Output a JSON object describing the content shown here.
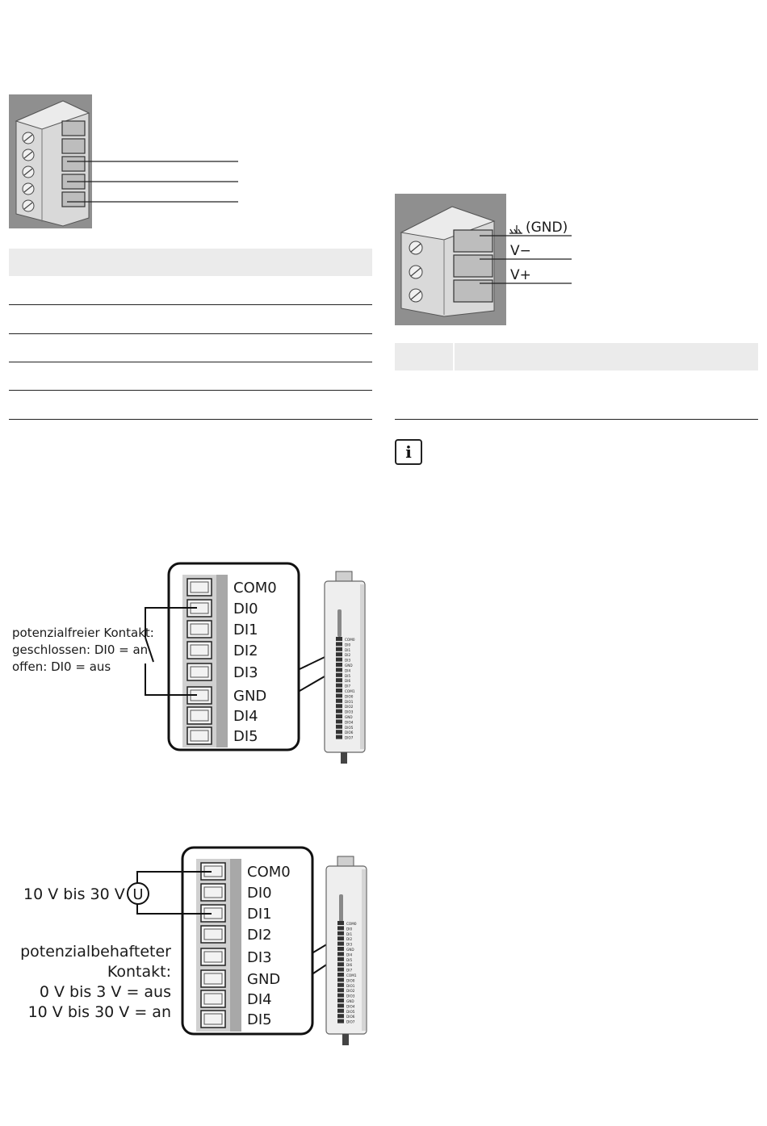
{
  "connector_3pin": {
    "labels": [
      "(GND)",
      "V−",
      "V+"
    ],
    "gnd_symbol": "ground-symbol"
  },
  "info_icon": {
    "glyph": "i",
    "icon": "info-icon"
  },
  "diagram_potential_free": {
    "terminals": [
      "COM0",
      "DI0",
      "DI1",
      "DI2",
      "DI3",
      "GND",
      "DI4",
      "DI5"
    ],
    "annotation": [
      "potenzialfreier Kontakt:",
      "geschlossen: DI0 = an",
      "offen: DI0 = aus"
    ],
    "device_labels": [
      "COM0",
      "DI0",
      "DI1",
      "DI2",
      "DI3",
      "GND",
      "DI4",
      "DI5",
      "DI6",
      "DI7",
      "COM1",
      "DIO0",
      "DIO1",
      "DIO2",
      "DIO3",
      "GND",
      "DIO4",
      "DIO5",
      "DIO6",
      "DIO7"
    ]
  },
  "diagram_potential_bound": {
    "terminals": [
      "COM0",
      "DI0",
      "DI1",
      "DI2",
      "DI3",
      "GND",
      "DI4",
      "DI5"
    ],
    "voltage_label": "10 V bis 30 V",
    "source_symbol": "U",
    "annotation": [
      "potenzialbehafteter",
      "Kontakt:",
      "0 V bis 3 V = aus",
      "10 V bis 30 V = an"
    ],
    "device_labels": [
      "COM0",
      "DI0",
      "DI1",
      "DI2",
      "DI3",
      "GND",
      "DI4",
      "DI5",
      "DI6",
      "DI7",
      "COM1",
      "DIO0",
      "DIO1",
      "DIO2",
      "DIO3",
      "GND",
      "DIO4",
      "DIO5",
      "DIO6",
      "DIO7"
    ]
  },
  "colors": {
    "photo_bg": "#8f8f8f",
    "header_fill": "#ebebeb",
    "terminal_strip": "#cfcfcf",
    "line": "#222222"
  }
}
